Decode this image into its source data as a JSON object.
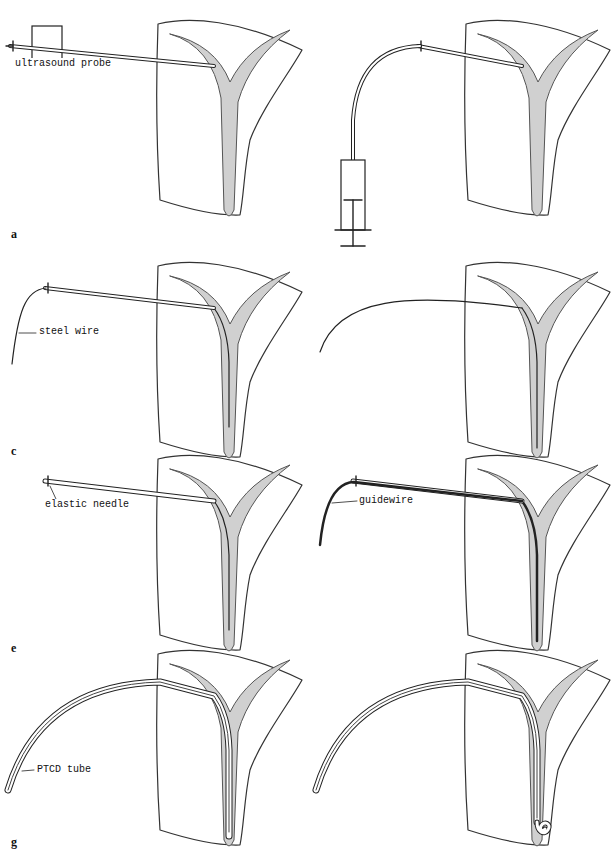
{
  "diagram": {
    "labels": [
      "ultrasound probe",
      "a",
      "steel wire",
      "c",
      "elastic needle",
      "guidewire",
      "e",
      "PTCD tube",
      "g"
    ]
  }
}
